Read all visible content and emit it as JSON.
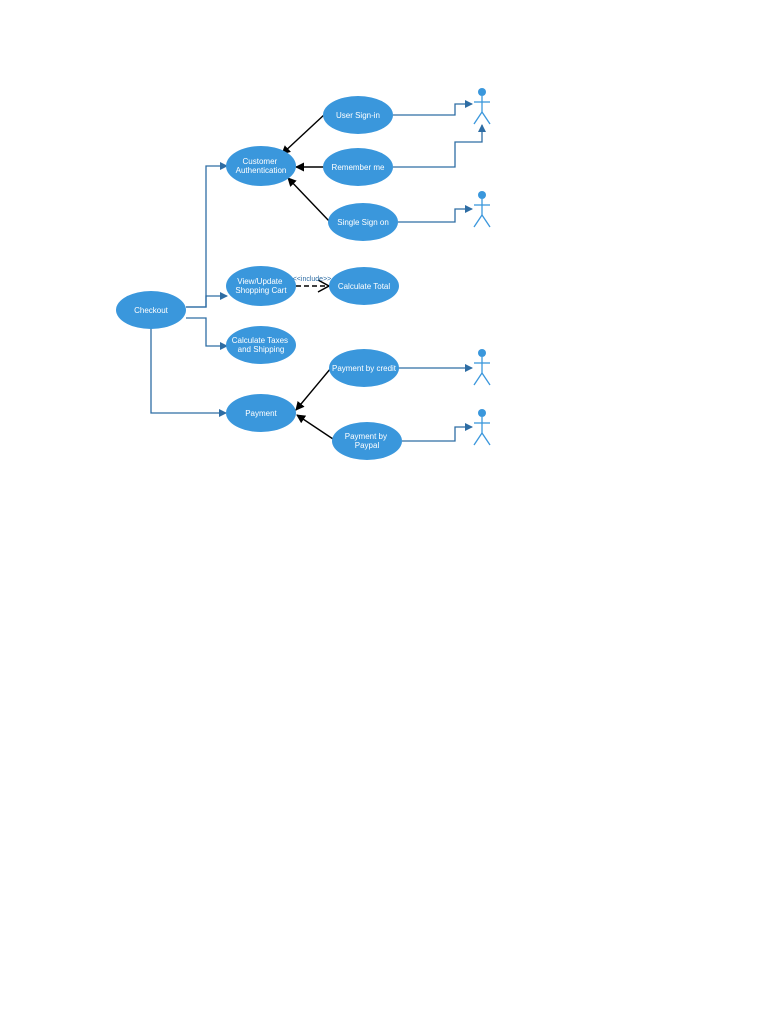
{
  "use_cases": {
    "checkout": "Checkout",
    "customer_authentication": [
      "Customer",
      "Authentication"
    ],
    "user_sign_in": "User Sign-in",
    "remember_me": "Remember me",
    "single_sign_on": "Single Sign on",
    "view_update_cart": [
      "View/Update",
      "Shopping Cart"
    ],
    "calculate_total": "Calculate Total",
    "calculate_taxes": [
      "Calculate Taxes",
      "and Shipping"
    ],
    "payment": "Payment",
    "payment_by_credit": "Payment by credit",
    "payment_by_paypal": [
      "Payment by",
      "Paypal"
    ]
  },
  "relationships": {
    "include_label": "<<include>>"
  },
  "colors": {
    "use_case_fill": "#3a97dc",
    "association_line": "#2e6da4",
    "generalization_line": "#000000",
    "text": "#ffffff"
  }
}
